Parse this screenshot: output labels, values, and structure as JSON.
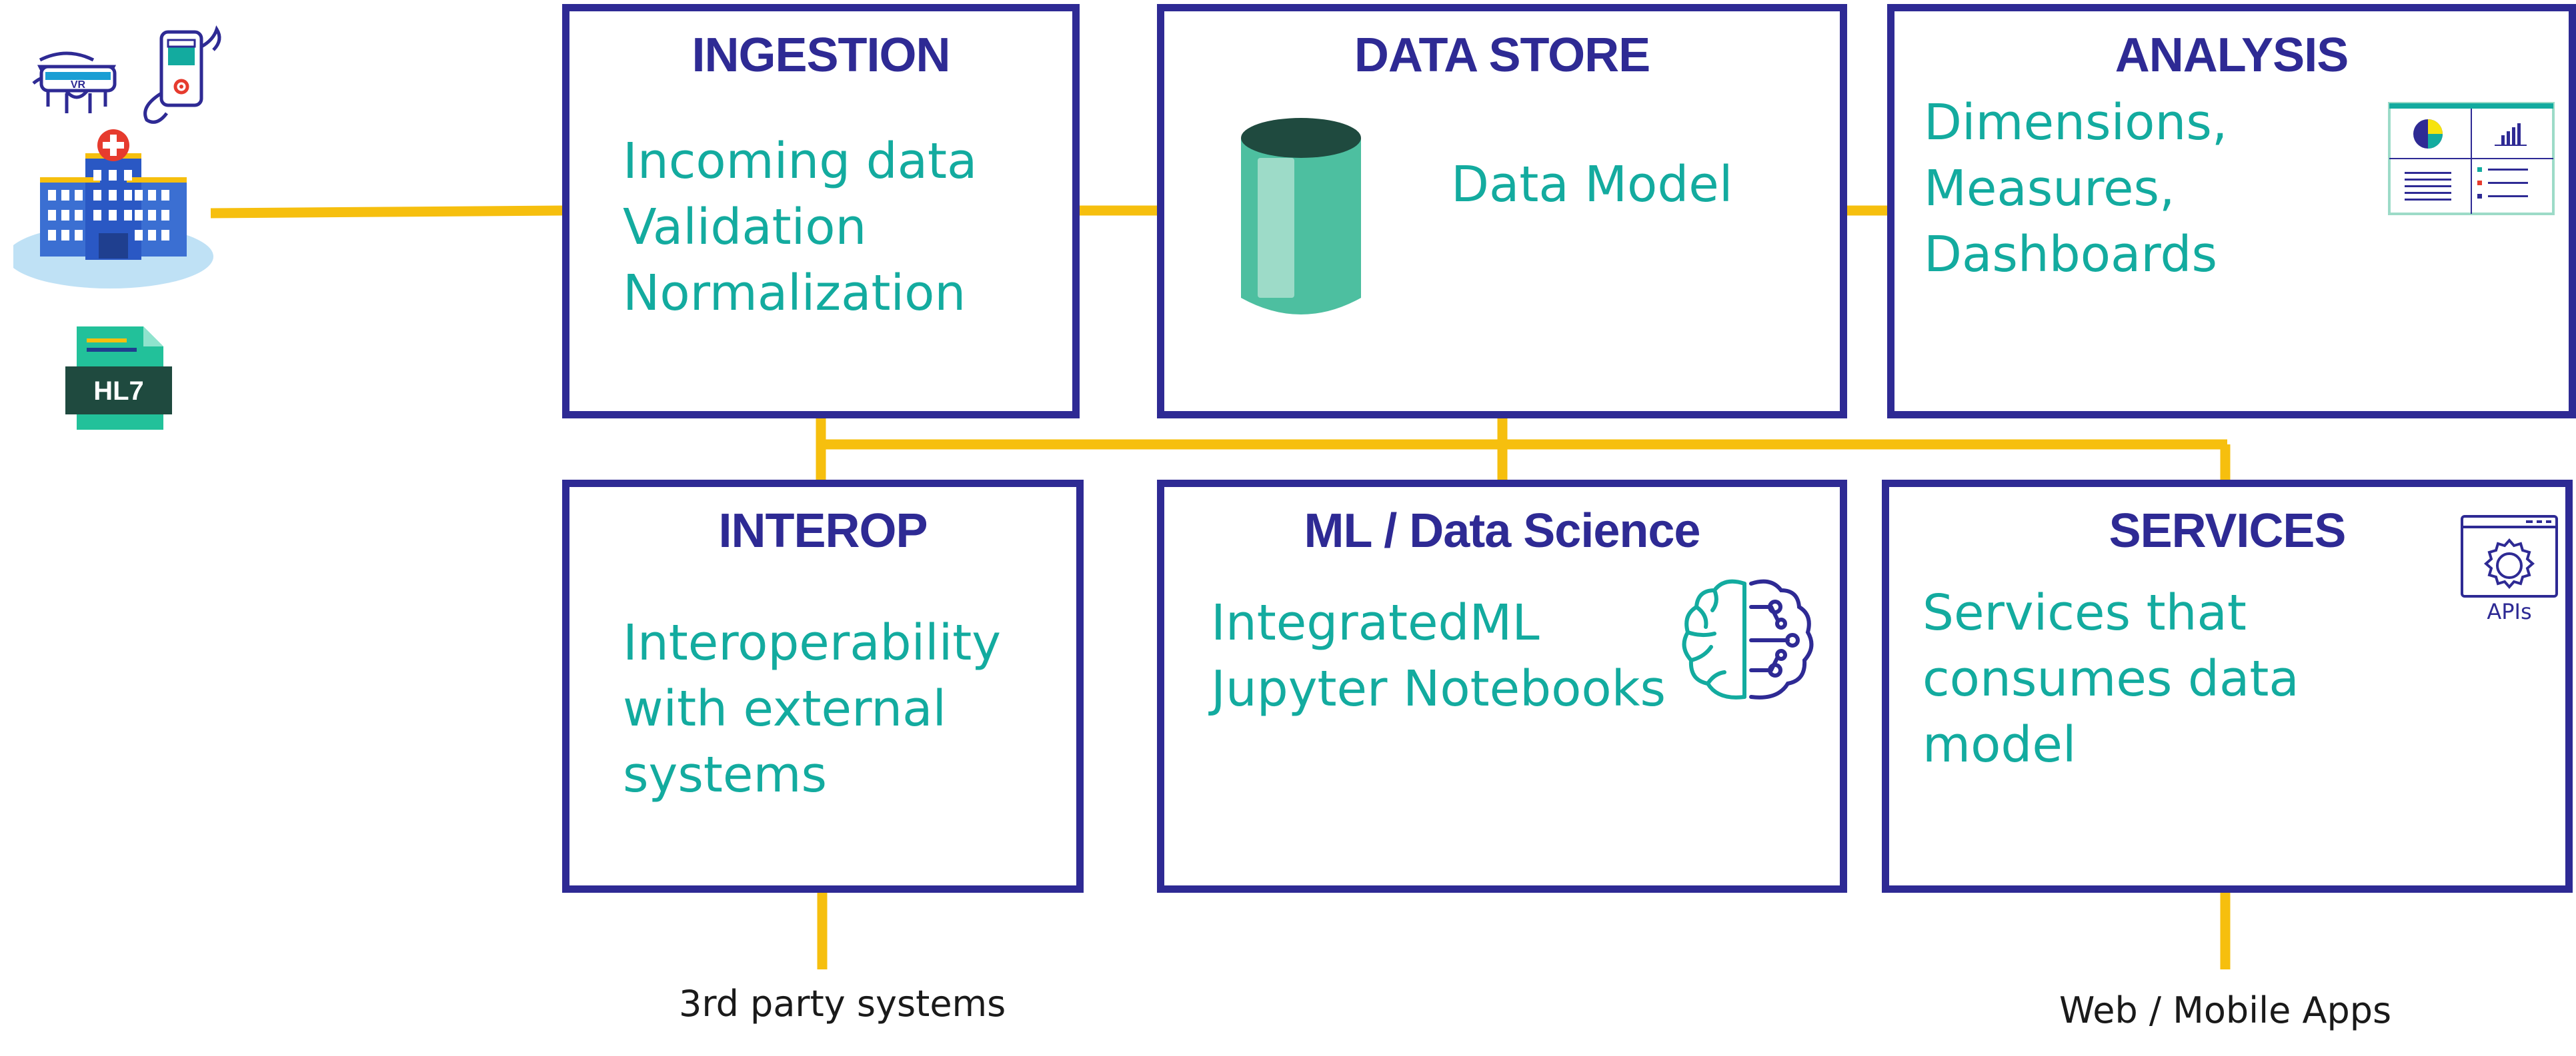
{
  "colors": {
    "box_border": "#2e2a94",
    "title": "#2e2a94",
    "body_text": "#13ab9f",
    "connector": "#f6bf0e",
    "footer_text": "#1a1a1a"
  },
  "sources": {
    "icons": [
      "vr-headset-icon",
      "wearable-device-icon",
      "hospital-icon",
      "hl7-document-icon"
    ],
    "hl7_label": "HL7",
    "vr_label": "VR"
  },
  "boxes": {
    "ingestion": {
      "title": "INGESTION",
      "lines": [
        "Incoming data",
        "Validation",
        "Normalization"
      ]
    },
    "datastore": {
      "title": "DATA STORE",
      "lines": [
        "Data Model"
      ],
      "icon": "database-cylinder-icon"
    },
    "analysis": {
      "title": "ANALYSIS",
      "lines": [
        "Dimensions,",
        "Measures,",
        "Dashboards"
      ],
      "icon": "dashboard-icon"
    },
    "interop": {
      "title": "INTEROP",
      "lines": [
        "Interoperability",
        "with external",
        "systems"
      ]
    },
    "ml": {
      "title": "ML / Data Science",
      "lines": [
        "IntegratedML",
        "Jupyter Notebooks"
      ],
      "icon": "brain-circuit-icon"
    },
    "services": {
      "title": "SERVICES",
      "lines": [
        "Services that",
        "consumes data",
        "model"
      ],
      "icon": "api-gear-icon",
      "icon_label": "APIs"
    }
  },
  "footers": {
    "interop": "3rd party systems",
    "services": "Web / Mobile Apps"
  }
}
